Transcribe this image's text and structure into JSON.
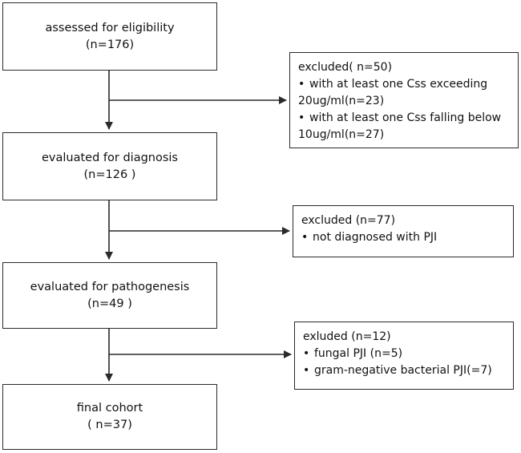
{
  "main_steps": [
    {
      "label": "assessed for eligibility",
      "count": "(n=176)"
    },
    {
      "label": "evaluated for diagnosis",
      "count": "(n=126 )"
    },
    {
      "label": "evaluated for pathogenesis",
      "count": "(n=49 )"
    },
    {
      "label": "final cohort",
      "count": "( n=37)"
    }
  ],
  "exclusions": [
    {
      "title": "excluded( n=50)",
      "lines": [
        {
          "bullet": "•",
          "text": "with at least one Css exceeding"
        },
        {
          "bullet": "",
          "text": "20ug/ml(n=23)"
        },
        {
          "bullet": "•",
          "text": "with at least one Css falling below"
        },
        {
          "bullet": "",
          "text": "10ug/ml(n=27)"
        }
      ]
    },
    {
      "title": "excluded (n=77)",
      "lines": [
        {
          "bullet": "•",
          "text": "not diagnosed with PJI"
        }
      ]
    },
    {
      "title": "exluded (n=12)",
      "lines": [
        {
          "bullet": "•",
          "text": "fungal PJI (n=5)"
        },
        {
          "bullet": "•",
          "text": "gram-negative bacterial PJI(=7)"
        }
      ]
    }
  ],
  "colors": {
    "stroke": "#2a2a2a",
    "text": "#111111",
    "background": "#ffffff"
  }
}
